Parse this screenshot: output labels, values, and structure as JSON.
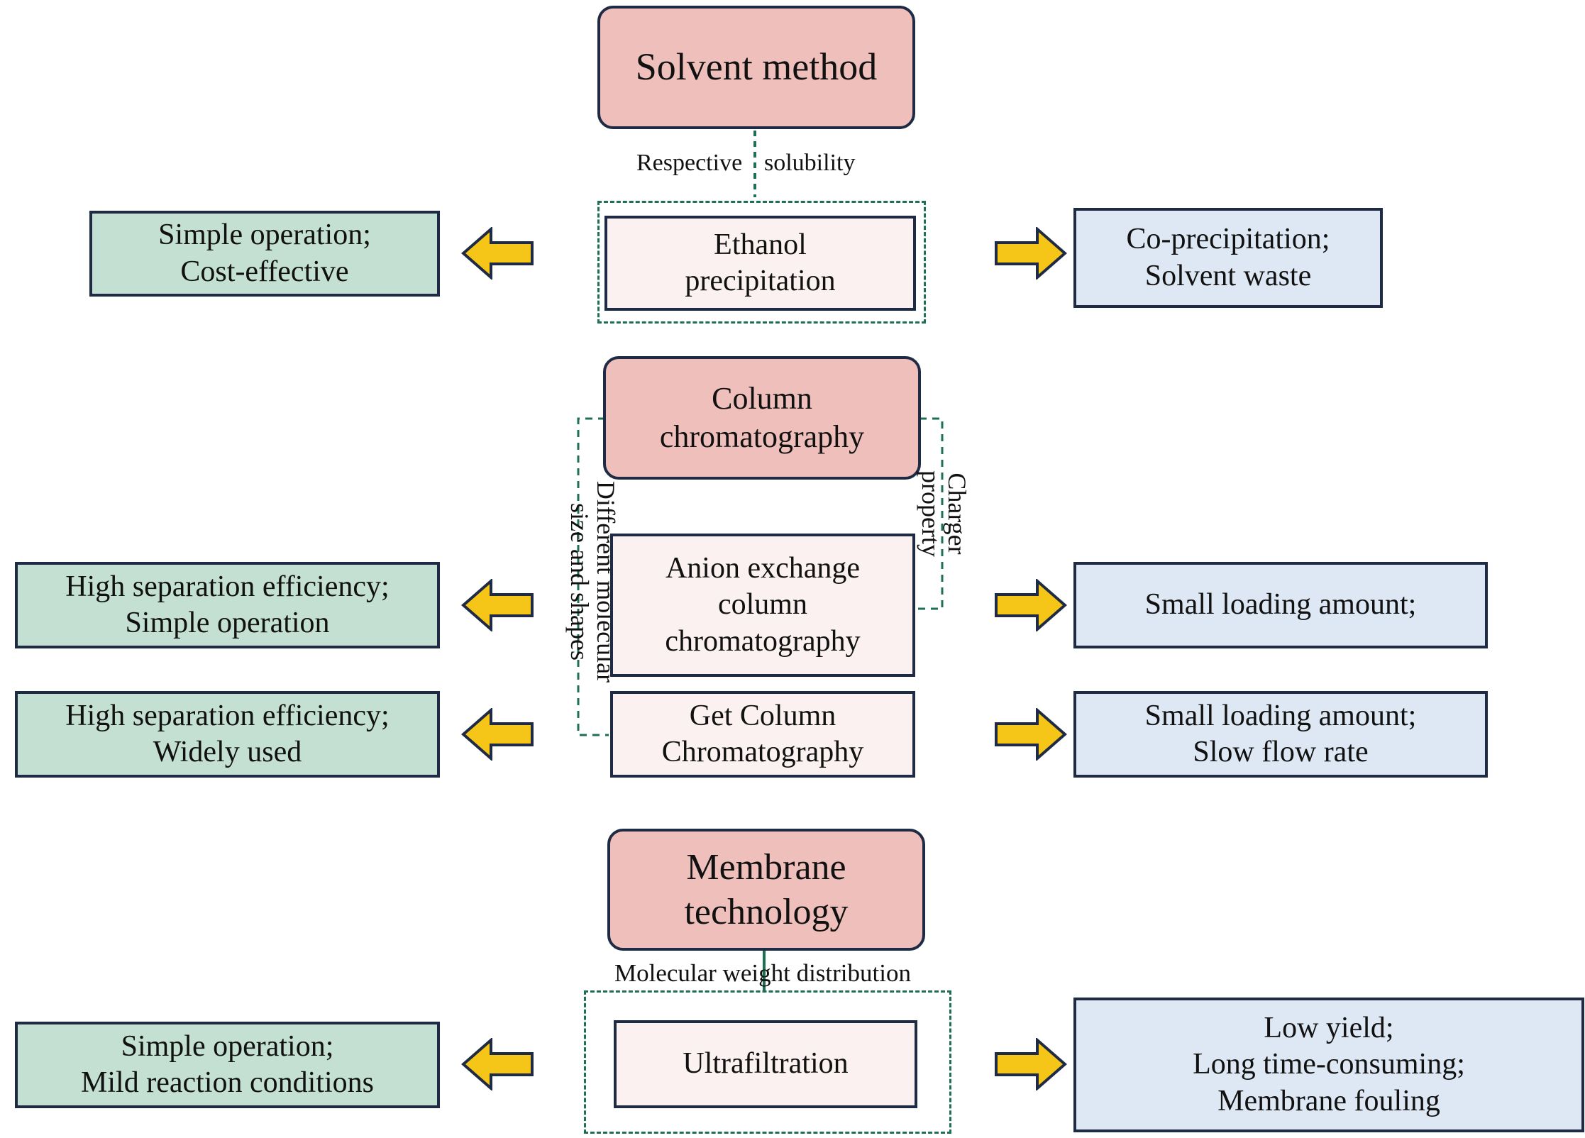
{
  "solvent": {
    "category": "Solvent method",
    "link_label_1": "Respective",
    "link_label_2": "solubility",
    "method_line1": "Ethanol",
    "method_line2": "precipitation",
    "pro_line1": "Simple operation;",
    "pro_line2": "Cost-effective",
    "con_line1": "Co-precipitation;",
    "con_line2": "Solvent waste"
  },
  "column": {
    "category_line1": "Column",
    "category_line2": "chromatography",
    "left_label_line1": "Different molecular",
    "left_label_line2": "size and shapes",
    "right_label_line1": "Charger",
    "right_label_line2": "property",
    "anion_line1": "Anion exchange",
    "anion_line2": "column",
    "anion_line3": "chromatography",
    "anion_pro_line1": "High separation efficiency;",
    "anion_pro_line2": "Simple operation",
    "anion_con_line1": "Small loading amount;",
    "gel_line1": "Get Column",
    "gel_line2": "Chromatography",
    "gel_pro_line1": "High separation efficiency;",
    "gel_pro_line2": "Widely used",
    "gel_con_line1": "Small loading amount;",
    "gel_con_line2": "Slow flow rate"
  },
  "membrane": {
    "category_line1": "Membrane",
    "category_line2": "technology",
    "link_label": "Molecular weight distribution",
    "method": "Ultrafiltration",
    "pro_line1": "Simple operation;",
    "pro_line2": "Mild reaction conditions",
    "con_line1": "Low yield;",
    "con_line2": "Long time-consuming;",
    "con_line3": "Membrane fouling"
  },
  "colors": {
    "category_fill": "#efc0bb",
    "method_fill": "#fbf1f0",
    "advantage_fill": "#c3e0d3",
    "disadvantage_fill": "#dde8f4",
    "border": "#1f2a44",
    "dashed_link": "#1e7050",
    "arrow_fill": "#f5c518"
  },
  "icons": {
    "advantage_arrow": "left-arrow-icon",
    "disadvantage_arrow": "right-arrow-icon"
  }
}
